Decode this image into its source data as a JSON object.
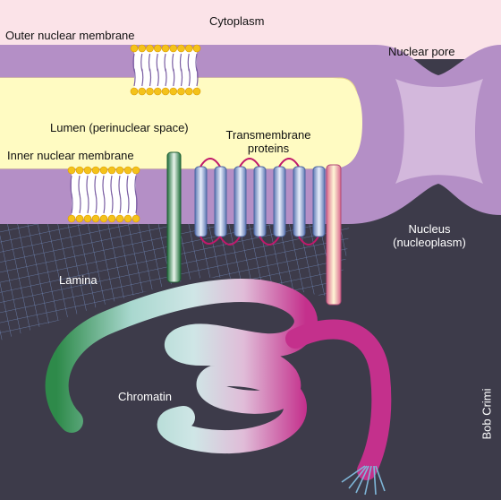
{
  "labels": {
    "cytoplasm": "Cytoplasm",
    "outer_membrane": "Outer nuclear membrane",
    "nuclear_pore": "Nuclear pore",
    "lumen": "Lumen (perinuclear space)",
    "transmembrane_line1": "Transmembrane",
    "transmembrane_line2": "proteins",
    "inner_membrane": "Inner nuclear membrane",
    "nucleus_line1": "Nucleus",
    "nucleus_line2": "(nucleoplasm)",
    "lamina": "Lamina",
    "chromatin": "Chromatin"
  },
  "credit": "Bob Crimi",
  "colors": {
    "cytoplasm": "#fbe3e8",
    "membrane": "#b48fc6",
    "lumen": "#fffbc2",
    "pore": "#d3b8dc",
    "nucleoplasm": "#3d3b4a",
    "lamina_mesh": "#6f87b8",
    "protein_blue": "#7b95c8",
    "protein_loop": "#c0196b",
    "chromatin_green": "#2e8a4a",
    "chromatin_pale": "#c6e4e4",
    "chromatin_magenta": "#c4308c",
    "lipid_head": "#f4c21a"
  }
}
